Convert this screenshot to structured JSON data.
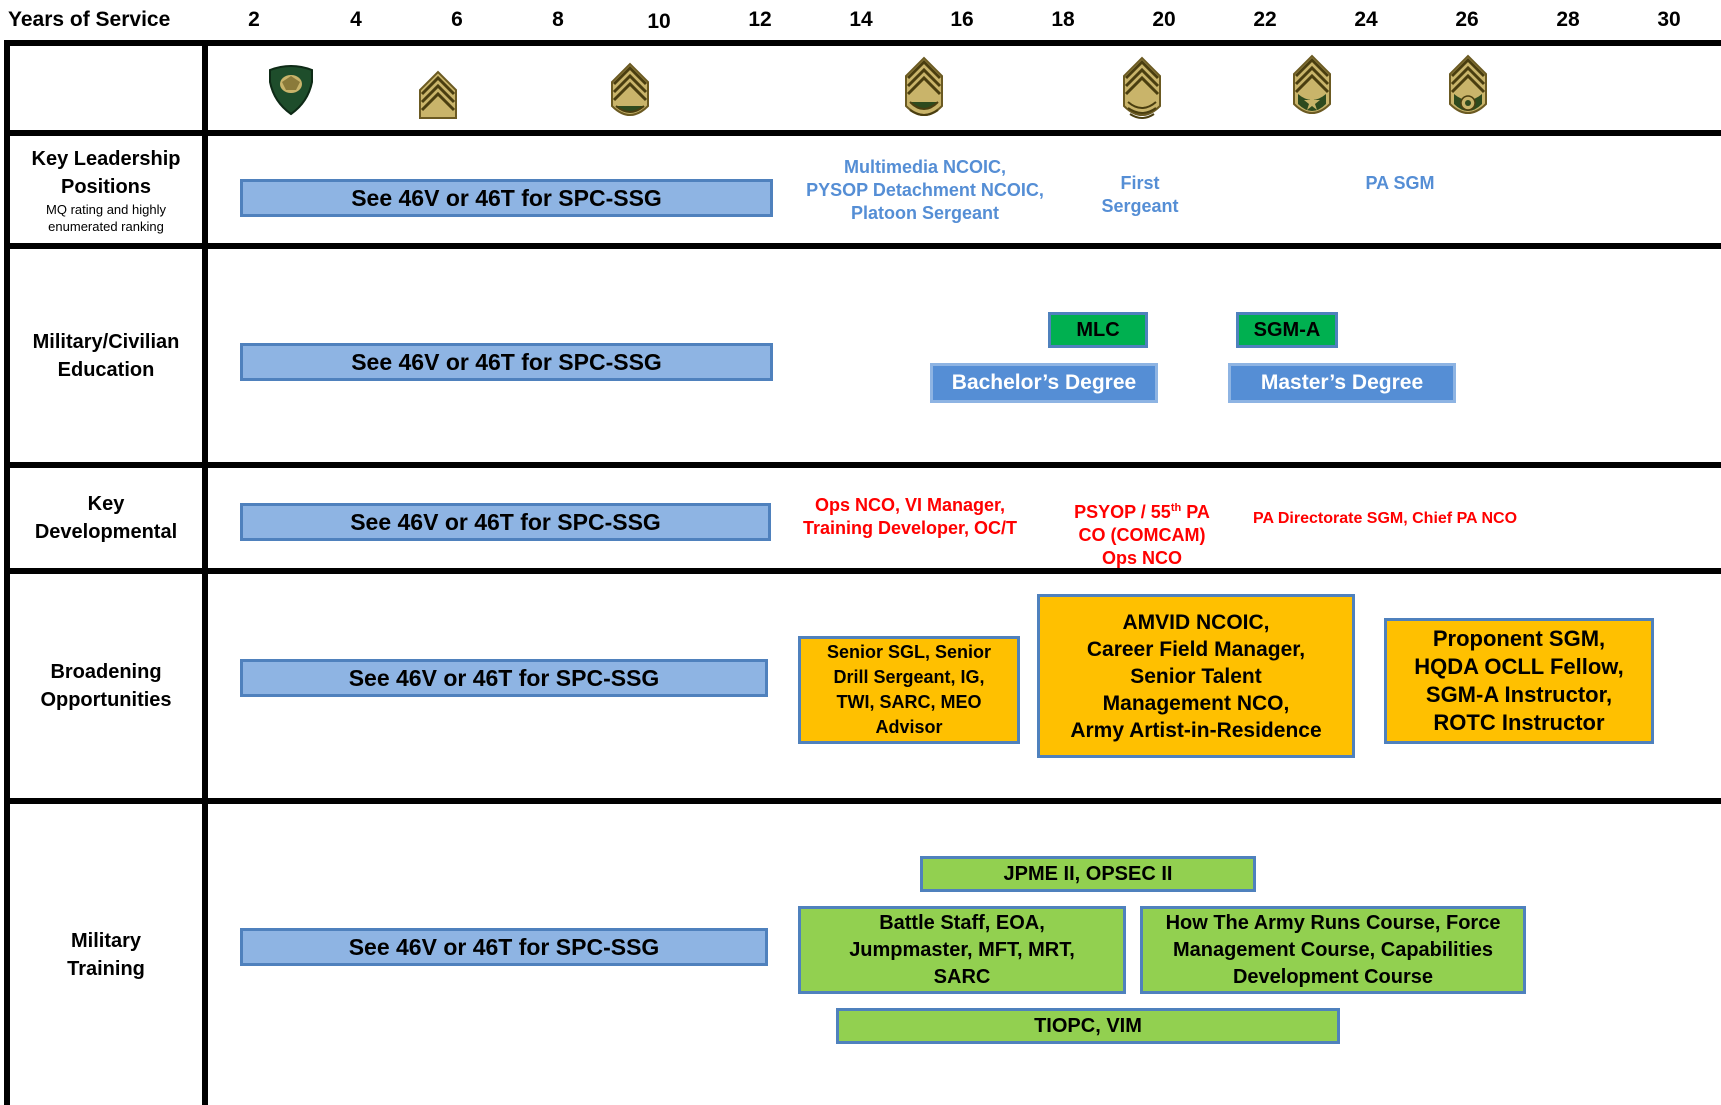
{
  "header": {
    "title": "Years of Service",
    "ticks": [
      "2",
      "4",
      "6",
      "8",
      "10",
      "12",
      "14",
      "16",
      "18",
      "20",
      "22",
      "24",
      "26",
      "28",
      "30"
    ]
  },
  "rows": {
    "key_leadership": {
      "label": "Key Leadership Positions",
      "sublabel": "MQ rating and highly enumerated ranking"
    },
    "education": {
      "label": "Military/Civilian Education"
    },
    "developmental": {
      "label": "Key Developmental"
    },
    "broadening": {
      "label": "Broadening Opportunities"
    },
    "training": {
      "label": "Military Training"
    }
  },
  "see_ref": "See 46V or 46T for SPC-SSG",
  "key_leadership": {
    "msg_positions": "Multimedia NCOIC,\nPYSOP Detachment NCOIC,\nPlatoon Sergeant",
    "first_sgt": "First\nSergeant",
    "sgm": "PA  SGM"
  },
  "education": {
    "mlc": "MLC",
    "sgma": "SGM-A",
    "bachelor": "Bachelor’s Degree",
    "master": "Master’s Degree"
  },
  "developmental": {
    "msg": "Ops NCO, VI Manager,\nTraining Developer, OC/T",
    "psyop_line1_a": "PSYOP / 55",
    "psyop_sup": "th",
    "psyop_line1_b": " PA",
    "psyop_rest": "CO (COMCAM)\nOps NCO",
    "sgm": "PA Directorate SGM, Chief PA NCO"
  },
  "broadening": {
    "msg": "Senior SGL, Senior\nDrill Sergeant, IG,\nTWI, SARC, MEO\nAdvisor",
    "sgt1": "AMVID NCOIC,\nCareer Field Manager,\nSenior Talent\nManagement NCO,\nArmy Artist-in-Residence",
    "sgm": "Proponent SGM,\nHQDA OCLL Fellow,\nSGM-A Instructor,\nROTC Instructor"
  },
  "training": {
    "jpme": "JPME II, OPSEC II",
    "battle": "Battle Staff, EOA,\nJumpmaster, MFT, MRT,\nSARC",
    "army": "How The Army Runs Course, Force\nManagement Course, Capabilities\nDevelopment Course",
    "tiopc": "TIOPC, VIM"
  },
  "insignia": [
    "SPC-insignia-icon",
    "SGT-chevron-icon",
    "SSG-chevron-icon",
    "SFC-chevron-icon",
    "MSG-chevron-icon",
    "SGM-chevron-icon",
    "CSM-chevron-icon"
  ],
  "colors": {
    "blue_bar": "#8eb4e3",
    "degree_bar": "#558ed5",
    "education_green": "#00b050",
    "training_green": "#92d050",
    "broadening_gold": "#ffc000",
    "leadership_text": "#558ed5",
    "developmental_text": "#ff0000"
  }
}
